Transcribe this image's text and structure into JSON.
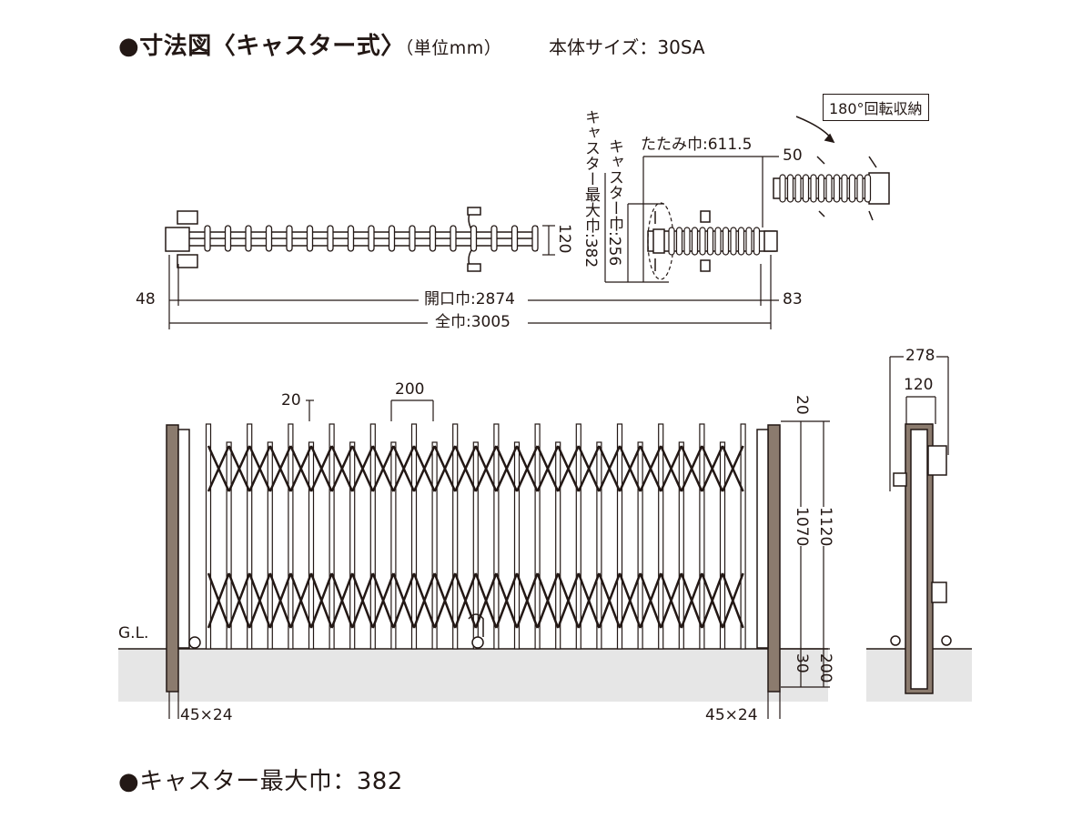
{
  "header": {
    "bullet": "●",
    "title": "寸法図〈キャスター式〉",
    "unit": "（単位mm）",
    "size_label": "本体サイズ：30SA"
  },
  "plan_view": {
    "left_offset": "48",
    "right_offset": "83",
    "opening_width": "開口巾:2874",
    "total_width": "全巾:3005",
    "depth": "120",
    "folded_width": "たたみ巾:611.5",
    "folded_offset": "50",
    "caster_max_width": "キャスター最大巾:382",
    "caster_width": "キャスター巾:256",
    "rotation_label": "180°回転収納"
  },
  "elevation_view": {
    "pitch": "200",
    "bar_width": "20",
    "top_gap": "20",
    "height_main": "1070",
    "height_total": "1120",
    "bottom_gap": "30",
    "embed_depth": "200",
    "ground_label": "G.L.",
    "post_left": "45×24",
    "post_right": "45×24"
  },
  "side_view": {
    "width_total": "278",
    "width_inner": "120"
  },
  "footer": {
    "bullet": "●",
    "caster_max_label": "キャスター最大巾：382"
  },
  "colors": {
    "line": "#231815",
    "frame": "#8b7b6e",
    "ground": "#e6e6e6"
  }
}
